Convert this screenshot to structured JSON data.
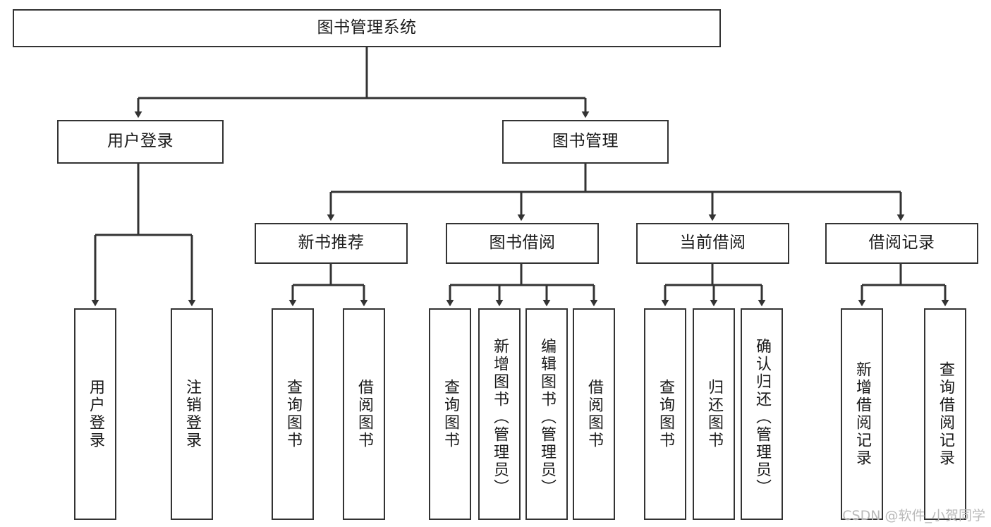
{
  "diagram": {
    "title": "图书管理系统",
    "type": "tree-hierarchy-chart",
    "watermark": "CSDN @软件_小贺同学",
    "colors": {
      "box_border": "#333333",
      "box_fill": "#ffffff",
      "connector": "#333333",
      "text": "#1a1a1a",
      "watermark": "#b9b9b9",
      "background": "#ffffff"
    },
    "levels": {
      "root": "图书管理系统",
      "level2": [
        "用户登录",
        "图书管理"
      ],
      "level3": [
        "新书推荐",
        "图书借阅",
        "当前借阅",
        "借阅记录"
      ]
    },
    "nodes": {
      "root": {
        "label": "图书管理系统"
      },
      "user_login": {
        "label": "用户登录"
      },
      "book_manage": {
        "label": "图书管理"
      },
      "new_book_rec": {
        "label": "新书推荐"
      },
      "book_borrow": {
        "label": "图书借阅"
      },
      "current_borrow": {
        "label": "当前借阅"
      },
      "borrow_record": {
        "label": "借阅记录"
      },
      "leaf_user_login": {
        "label": "用户登录"
      },
      "leaf_logout": {
        "label": "注销登录"
      },
      "leaf_rec_query": {
        "label": "查询图书"
      },
      "leaf_rec_borrow": {
        "label": "借阅图书"
      },
      "leaf_borrow_query": {
        "label": "查询图书"
      },
      "leaf_borrow_add": {
        "label": "新增图书（管理员）"
      },
      "leaf_borrow_edit": {
        "label": "编辑图书（管理员）"
      },
      "leaf_borrow_borrow": {
        "label": "借阅图书"
      },
      "leaf_cur_query": {
        "label": "查询图书"
      },
      "leaf_cur_return": {
        "label": "归还图书"
      },
      "leaf_cur_confirm": {
        "label": "确认归还（管理员）"
      },
      "leaf_rec_add": {
        "label": "新增借阅记录"
      },
      "leaf_rec_search": {
        "label": "查询借阅记录"
      }
    }
  }
}
